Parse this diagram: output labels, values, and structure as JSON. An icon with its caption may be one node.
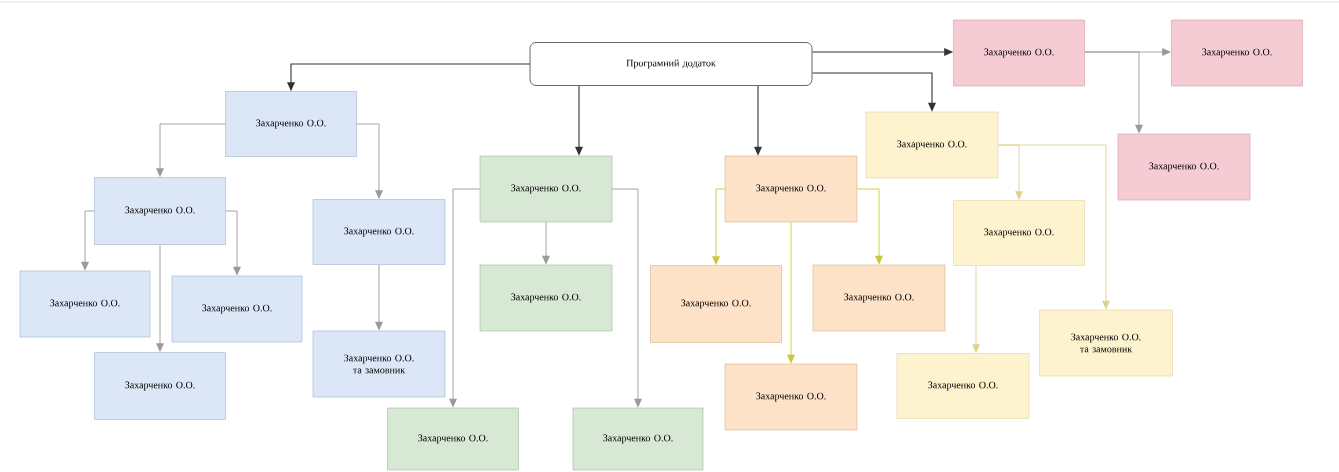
{
  "diagram": {
    "nodes": [
      {
        "text": [
          "Програмний додаток"
        ]
      },
      {
        "text": [
          "Захарченко О.О."
        ]
      },
      {
        "text": [
          "Захарченко О.О."
        ]
      },
      {
        "text": [
          "Захарченко О.О."
        ]
      },
      {
        "text": [
          "Захарченко О.О."
        ]
      },
      {
        "text": [
          "Захарченко О.О."
        ]
      },
      {
        "text": [
          "Захарченко О.О."
        ]
      },
      {
        "text": [
          "Захарченко О.О. та замовник"
        ]
      },
      {
        "text": [
          "Захарченко О.О."
        ]
      },
      {
        "text": [
          "Захарченко О.О."
        ]
      },
      {
        "text": [
          "Захарченко О.О."
        ]
      },
      {
        "text": [
          "Захарченко О.О."
        ]
      },
      {
        "text": [
          "Захарченко О.О."
        ]
      },
      {
        "text": [
          "Захарченко О.О."
        ]
      },
      {
        "text": [
          "Захарченко О.О."
        ]
      },
      {
        "text": [
          "Захарченко О.О."
        ]
      },
      {
        "text": [
          "Захарченко О.О."
        ]
      },
      {
        "text": [
          "Захарченко О.О."
        ]
      },
      {
        "text": [
          "Захарченко О.О."
        ]
      },
      {
        "text": [
          "Захарченко О.О. та замовник"
        ]
      },
      {
        "text": [
          "Захарченко О.О."
        ]
      },
      {
        "text": [
          "Захарченко О.О."
        ]
      },
      {
        "text": [
          "Захарченко О.О."
        ]
      }
    ],
    "edges": [
      {
        "from": 0,
        "to": 1,
        "arrow": "to",
        "color": "#333333"
      },
      {
        "from": 0,
        "to": 8,
        "arrow": "to",
        "color": "#333333"
      },
      {
        "from": 0,
        "to": 12,
        "arrow": "to",
        "color": "#333333"
      },
      {
        "from": 0,
        "to": 16,
        "arrow": "to",
        "color": "#333333"
      },
      {
        "from": 0,
        "to": 20,
        "arrow": "to",
        "color": "#333333"
      },
      {
        "from": 20,
        "to": 21,
        "arrow": "to"
      },
      {
        "from": 20,
        "to": 22,
        "arrow": "to"
      },
      {
        "from": 1,
        "to": 2,
        "arrow": "to"
      },
      {
        "from": 1,
        "to": 6,
        "arrow": "to"
      },
      {
        "from": 2,
        "to": 3,
        "arrow": "to"
      },
      {
        "from": 2,
        "to": 4,
        "arrow": "to"
      },
      {
        "from": 2,
        "to": 5,
        "arrow": "to"
      },
      {
        "from": 6,
        "to": 7,
        "arrow": "to"
      },
      {
        "from": 8,
        "to": 9,
        "arrow": "to"
      },
      {
        "from": 8,
        "to": 10,
        "arrow": "to"
      },
      {
        "from": 8,
        "to": 11,
        "arrow": "to"
      },
      {
        "from": 12,
        "to": 13,
        "arrow": "to",
        "color": "#c8c83c"
      },
      {
        "from": 12,
        "to": 14,
        "arrow": "to",
        "color": "#c8c83c"
      },
      {
        "from": 12,
        "to": 15,
        "arrow": "to",
        "color": "#c8c83c"
      },
      {
        "from": 16,
        "to": 17,
        "arrow": "to",
        "color": "#ddd38e"
      },
      {
        "from": 16,
        "to": 19,
        "arrow": "to",
        "color": "#ddd38e"
      },
      {
        "from": 17,
        "to": 18,
        "arrow": "to",
        "color": "#ddd38e"
      }
    ]
  }
}
